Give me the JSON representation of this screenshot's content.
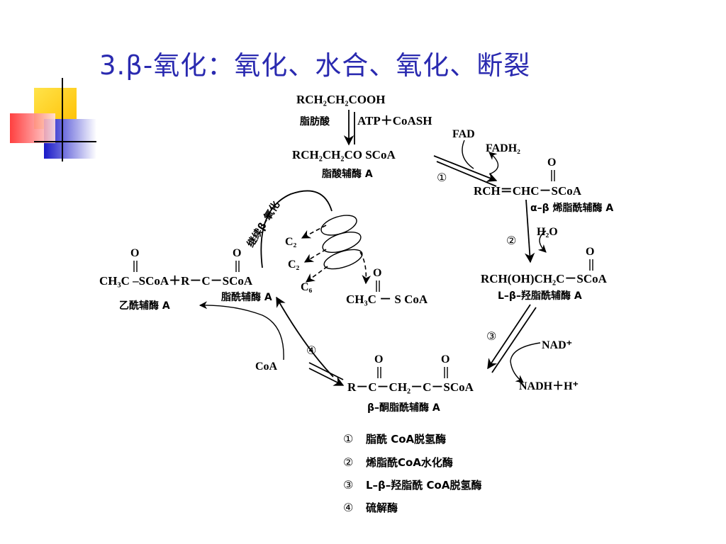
{
  "title": "3.β-氧化：氧化、水合、氧化、断裂",
  "diagram": {
    "fatty_acid": "RCH₂CH₂COOH",
    "fatty_acid_label": "脂肪酸",
    "atp_coash": "ATP＋CoASH",
    "acyl_coa": "RCH₂CH₂CO SCoA",
    "acyl_coa_label": "脂酸辅酶 A",
    "fad": "FAD",
    "fadh2": "FADH₂",
    "step1": "①",
    "step2": "②",
    "step3": "③",
    "step4": "④",
    "enoyl": "RCH＝CHC－SCoA",
    "enoyl_label": "α–β 烯脂酰辅酶 A",
    "water": "H₂O",
    "hydroxy": "RCH(OH)CH₂C－SCoA",
    "hydroxy_label": "L–β–羟脂酰辅酶 A",
    "nad": "NAD⁺",
    "nadh": "NADH＋H⁺",
    "keto": "R－C－CH₂－C－SCoA",
    "keto_label": "β–酮脂酰辅酶 A",
    "coa": "CoA",
    "products": "CH₃C –SCoA＋R－C－SCoA",
    "acetyl_label": "乙酰辅酶 A",
    "products_acyl_label": "脂酰辅酶 A",
    "continue_label": "继续β–氧化",
    "c2_a": "C₂",
    "c2_b": "C₂",
    "c6": "C₆",
    "acetyl_product": "CH₃C － S CoA",
    "carbonyl_o": "O"
  },
  "legend": [
    {
      "num": "①",
      "text": "脂酰 CoA脱氢酶"
    },
    {
      "num": "②",
      "text": "烯脂酰CoA水化酶"
    },
    {
      "num": "③",
      "text": "L–β–羟脂酰 CoA脱氢酶"
    },
    {
      "num": "④",
      "text": "硫解酶"
    }
  ],
  "colors": {
    "title": "#2a2ab0",
    "deco_yellow": "#ffd21e",
    "deco_blue": "#2d2dd0",
    "deco_red": "#ff3b3b"
  }
}
